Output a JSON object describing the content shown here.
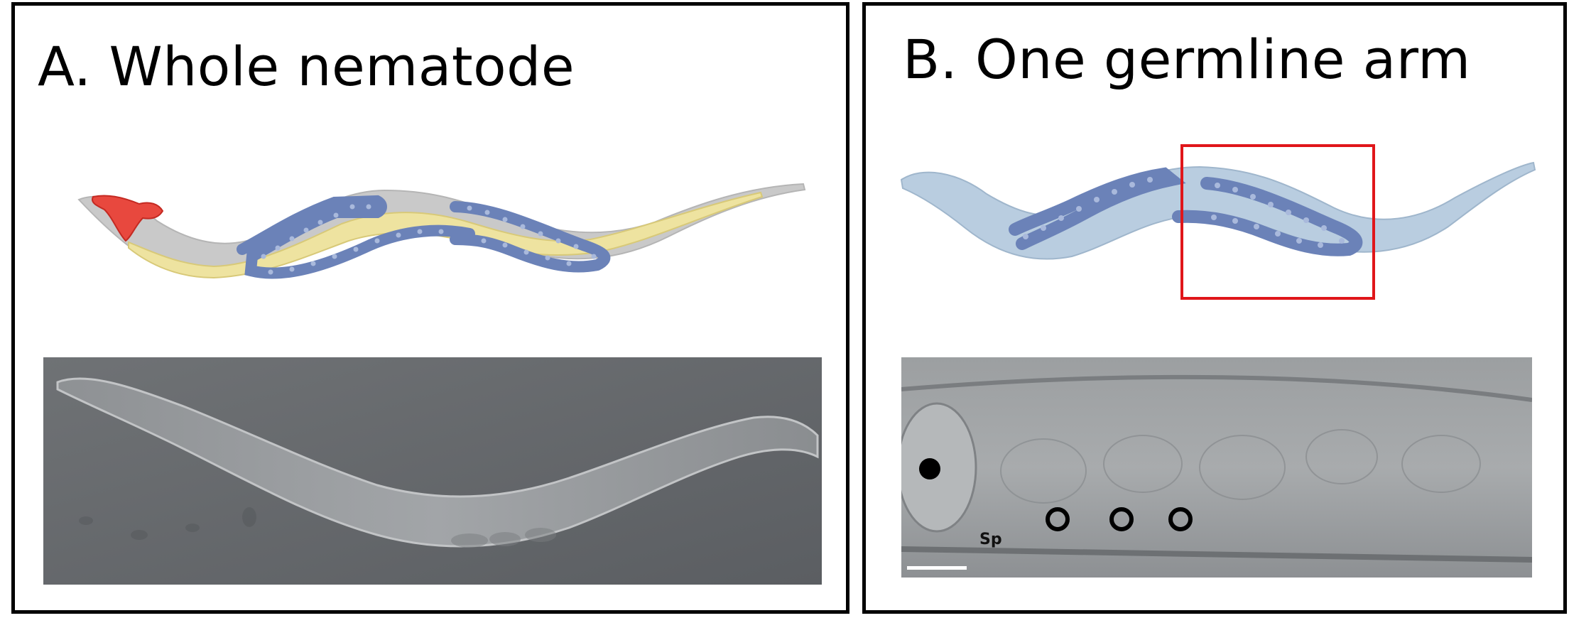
{
  "panels": [
    {
      "id": "A",
      "title": "A. Whole nematode"
    },
    {
      "id": "B",
      "title": "B. One germline arm",
      "micrograph_label": "Sp"
    }
  ],
  "colors": {
    "frame": "#000000",
    "worm_body_gray": "#c9c9c9",
    "worm_body_blue": "#b9cde0",
    "intestine": "#eee3a0",
    "pharynx": "#e8483e",
    "germline": "#6b82b8",
    "germ_nuclei": "#a9b9dc",
    "highlight_box": "#e0161a"
  },
  "icons": [
    "worm-illustration",
    "dic-micrograph",
    "nucleus-marker-filled",
    "nucleus-marker-ring"
  ]
}
